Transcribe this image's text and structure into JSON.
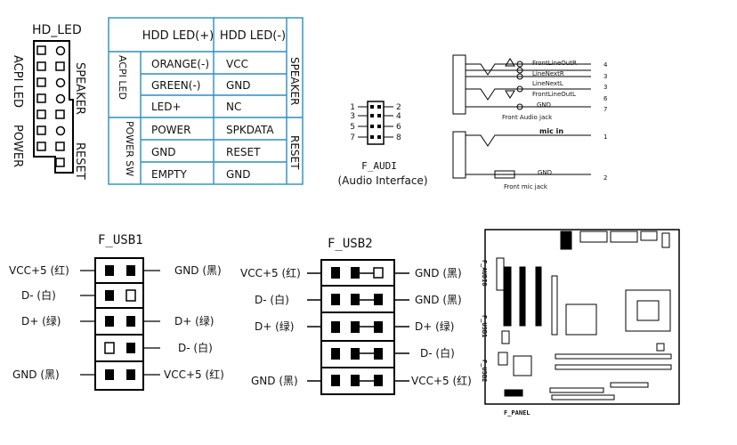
{
  "hd_block": {
    "title": "HD_LED",
    "left_label": "ACPI LED",
    "power_label": "POWER",
    "speaker_label": "SPEAKER",
    "reset_label": "RESET"
  },
  "panel_table": {
    "header_left": "HDD LED(+)",
    "header_right": "HDD LED(-)",
    "acpi_group": "ACPI LED",
    "power_group": "POWER SW",
    "speaker_group": "SPEAKER",
    "reset_group": "RESET",
    "rows": [
      {
        "left": "ORANGE(-)",
        "right": "VCC"
      },
      {
        "left": "GREEN(-)",
        "right": "GND"
      },
      {
        "left": "LED+",
        "right": "NC"
      },
      {
        "left": "POWER",
        "right": "SPKDATA"
      },
      {
        "left": "GND",
        "right": "RESET"
      },
      {
        "left": "EMPTY",
        "right": "GND"
      }
    ]
  },
  "faudi": {
    "pins_left": [
      "1",
      "3",
      "5",
      "7"
    ],
    "pins_right": [
      "2",
      "4",
      "6",
      "8"
    ],
    "name": "F_AUDI",
    "subtitle": "(Audio Interface)"
  },
  "audio_jack": {
    "lines": [
      {
        "label": "FrontLineOutR",
        "num": "4"
      },
      {
        "label": "LineNextR",
        "num": "3"
      },
      {
        "label": "LineNextL",
        "num": "3"
      },
      {
        "label": "FrontLineOutL",
        "num": "6"
      },
      {
        "label": "GND",
        "num": "7"
      }
    ],
    "front_audio_caption": "Front Audio jack",
    "mic_label": "mic in",
    "mic_num": "1",
    "mic_gnd_label": "GND",
    "mic_gnd_num": "2",
    "front_mic_caption": "Front mic jack"
  },
  "fusb1": {
    "title": "F_USB1",
    "left": [
      "VCC+5 (红)",
      "D- (白)",
      "D+ (绿)",
      "GND (黑)"
    ],
    "right": [
      "GND (黑)",
      "D+ (绿)",
      "D- (白)",
      "VCC+5 (红)"
    ]
  },
  "fusb2": {
    "title": "F_USB2",
    "left": [
      "VCC+5 (红)",
      "D- (白)",
      "D+ (绿)",
      "GND (黑)"
    ],
    "right": [
      "GND (黑)",
      "GND (黑)",
      "D+ (绿)",
      "D- (白)",
      "VCC+5 (红)"
    ]
  },
  "board": {
    "labels": [
      "F_AUDIO",
      "F_USB1",
      "F_USB2",
      "F_PANEL"
    ]
  }
}
